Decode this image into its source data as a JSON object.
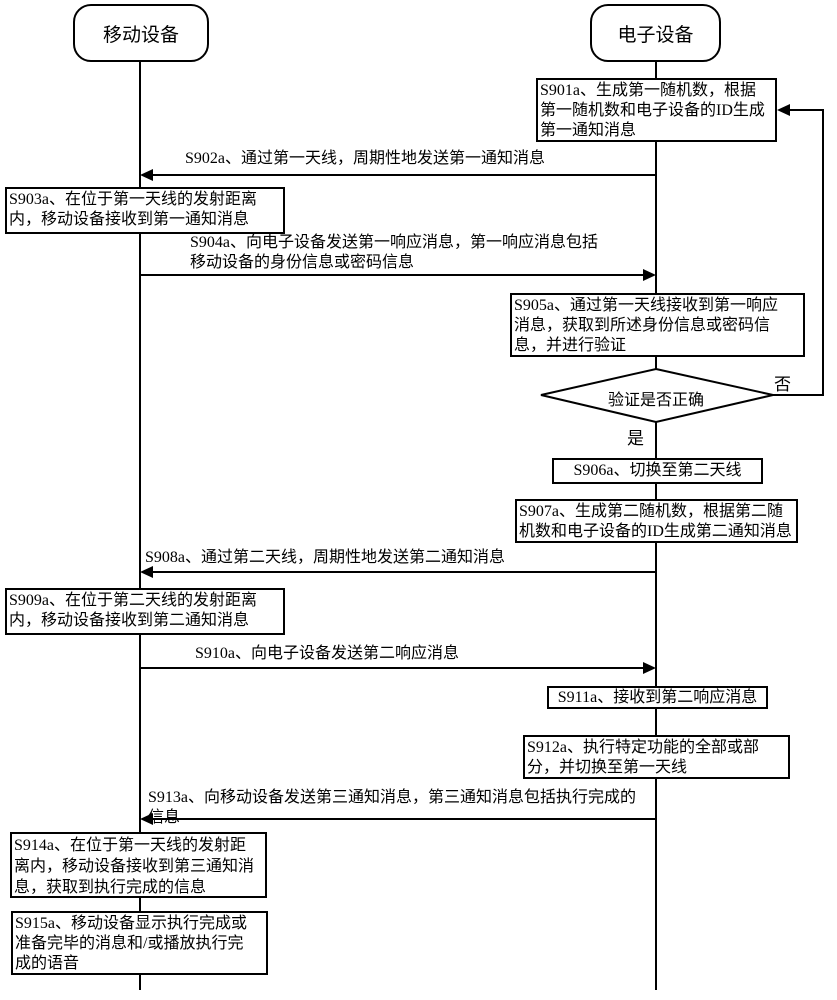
{
  "diagram": {
    "colors": {
      "line": "#000000",
      "fill": "#ffffff"
    },
    "actors": {
      "mobile": "移动设备",
      "electronic": "电子设备"
    },
    "steps": {
      "s901a": "S901a、生成第一随机数，根据\n第一随机数和电子设备的ID生成\n第一通知消息",
      "s903a": "S903a、在位于第一天线的发射距离\n内，移动设备接收到第一通知消息",
      "s905a": "S905a、通过第一天线接收到第一响应\n消息，获取到所述身份信息或密码信\n息，并进行验证",
      "s906a": "S906a、切换至第二天线",
      "s907a": "S907a、生成第二随机数，根据第二随\n机数和电子设备的ID生成第二通知消息",
      "s909a": "S909a、在位于第二天线的发射距离\n内，移动设备接收到第二通知消息",
      "s911a": "S911a、接收到第二响应消息",
      "s912a": "S912a、执行特定功能的全部或部\n分，并切换至第一天线",
      "s914a": "S914a、在位于第一天线的发射距\n离内，移动设备接收到第三通知消\n息，获取到执行完成的信息",
      "s915a": "S915a、移动设备显示执行完成或\n准备完毕的消息和/或播放执行完\n成的语音"
    },
    "messages": {
      "s902a": "S902a、通过第一天线，周期性地发送第一通知消息",
      "s904a": "S904a、向电子设备发送第一响应消息，第一响应消息包括\n移动设备的身份信息或密码信息",
      "s908a": "S908a、通过第二天线，周期性地发送第二通知消息",
      "s910a": "S910a、向电子设备发送第二响应消息",
      "s913a": "S913a、向移动设备发送第三通知消息，第三通知消息包括执行完成的\n信息"
    },
    "decision": {
      "label": "验证是否正确",
      "yes_label": "是",
      "no_label": "否"
    }
  }
}
